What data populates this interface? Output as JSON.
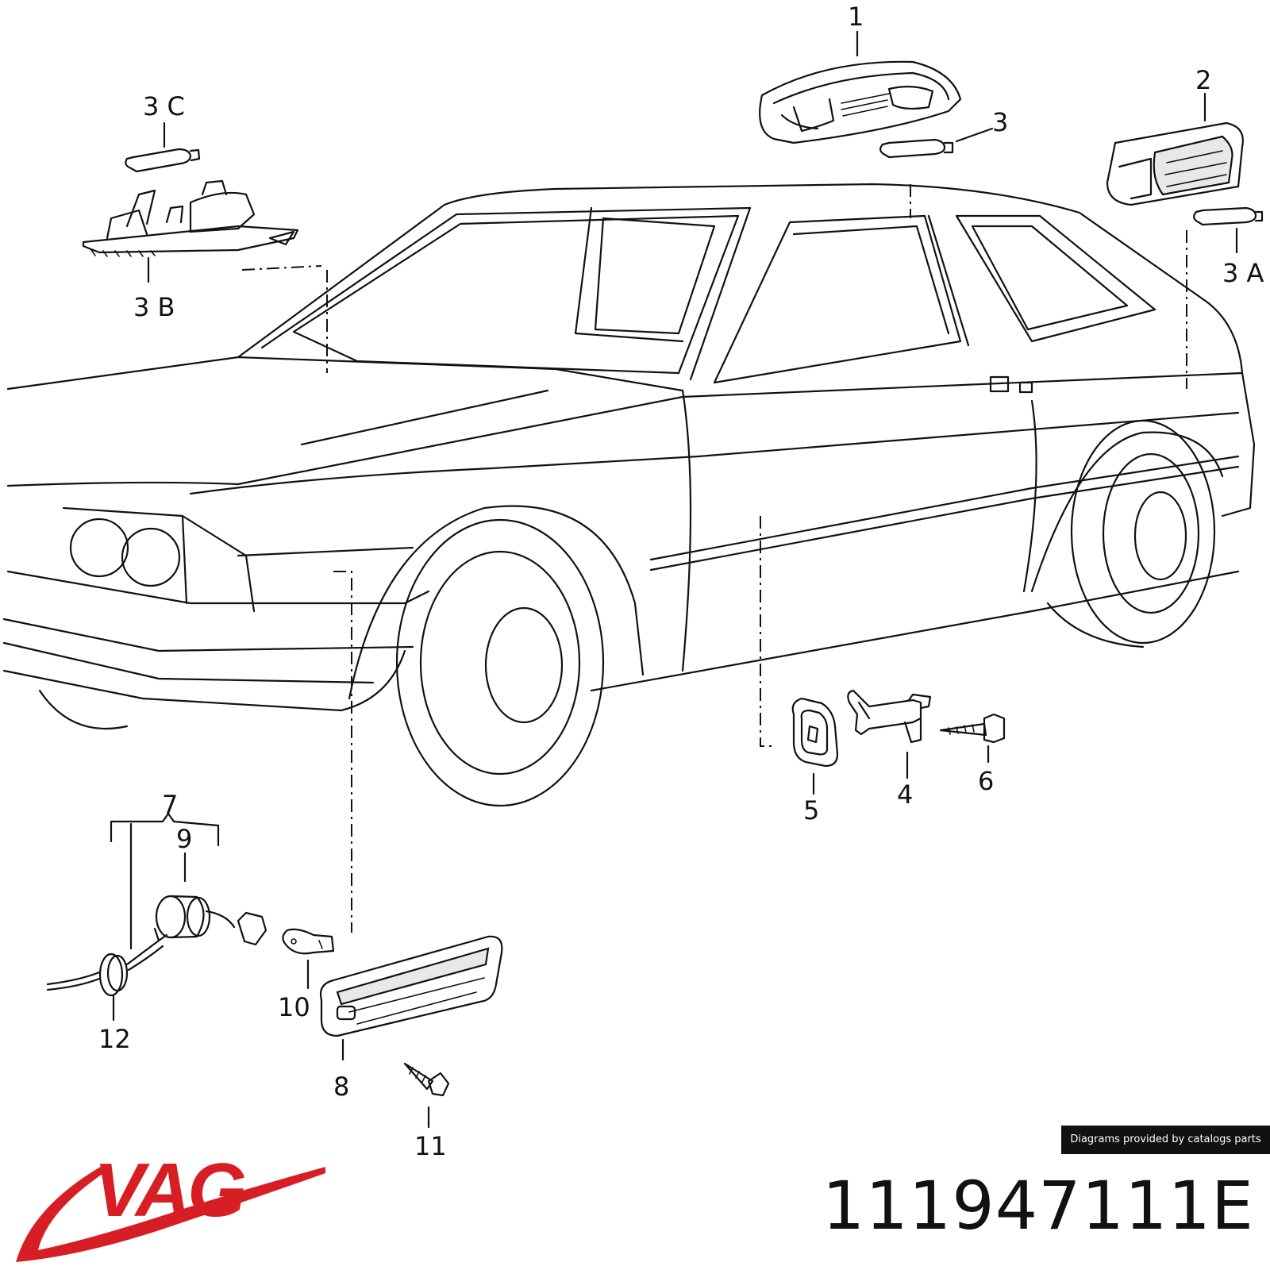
{
  "callouts": {
    "c1": "1",
    "c2": "2",
    "c3": "3",
    "c3a": "3 A",
    "c3b": "3 B",
    "c3c": "3 C",
    "c4": "4",
    "c5": "5",
    "c6": "6",
    "c7": "7",
    "c8": "8",
    "c9": "9",
    "c10": "10",
    "c11": "11",
    "c12": "12"
  },
  "branding": {
    "logo_text": "VAG",
    "logo_color": "#d81e25",
    "credit": "Diagrams provided by catalogs parts"
  },
  "part_number": "111947111E"
}
